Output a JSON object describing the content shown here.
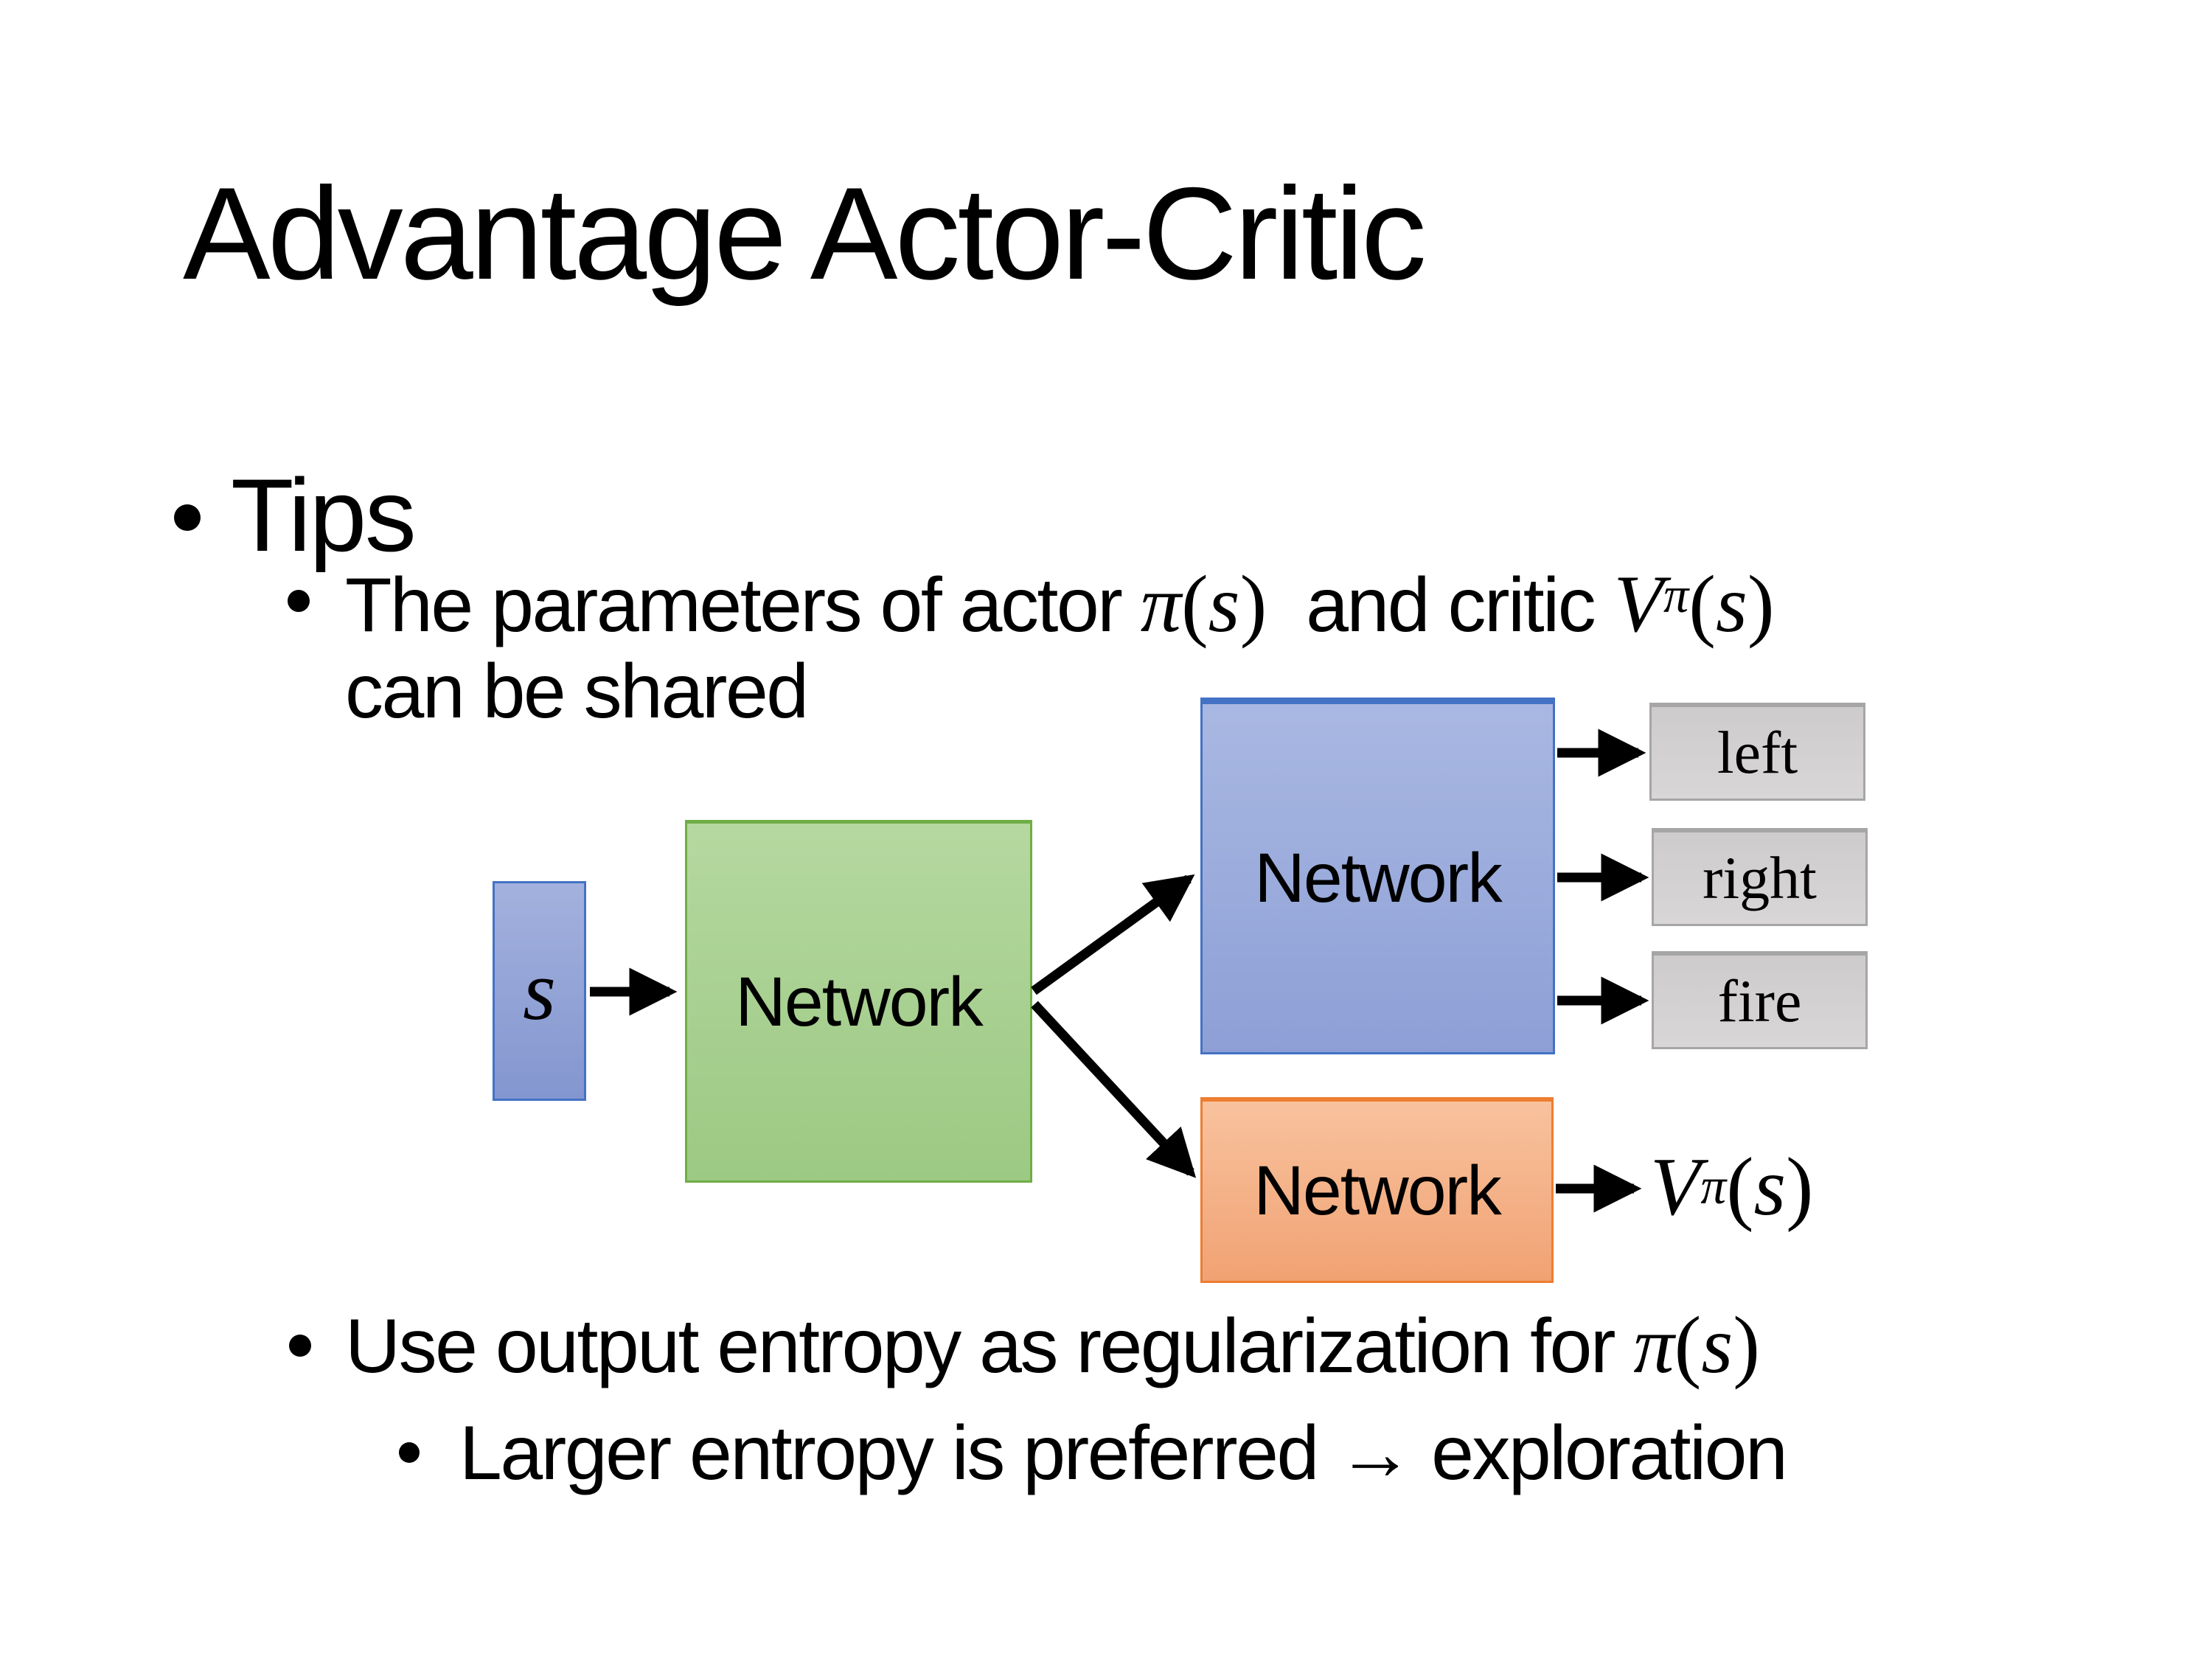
{
  "slide": {
    "title": "Advantage Actor-Critic",
    "background": "#ffffff",
    "text_color": "#000000"
  },
  "bullets": {
    "tips_label": "Tips",
    "shared": {
      "prefix": "The parameters of actor ",
      "mid": "  and critic ",
      "line2": "can be shared"
    },
    "entropy": {
      "prefix": "Use output entropy as regularization for ",
      "sub": "Larger entropy is preferred → exploration"
    }
  },
  "math": {
    "pi": "π",
    "V": "V",
    "s": "s",
    "lparen": "(",
    "rparen": ")"
  },
  "diagram": {
    "input_label": "s",
    "shared_network_label": "Network",
    "actor_network_label": "Network",
    "critic_network_label": "Network",
    "actions": [
      "left",
      "right",
      "fire"
    ],
    "colors": {
      "input_border": "#4472c4",
      "input_fill": "#93a2d8",
      "shared_border": "#70ad47",
      "shared_fill": "#a9d18e",
      "actor_border": "#4472c4",
      "actor_fill": "#8eaadb",
      "critic_border": "#ed7d31",
      "critic_fill": "#f4b183",
      "action_border": "#a6a6a6",
      "action_fill": "#d0cece",
      "arrow": "#000000"
    }
  }
}
